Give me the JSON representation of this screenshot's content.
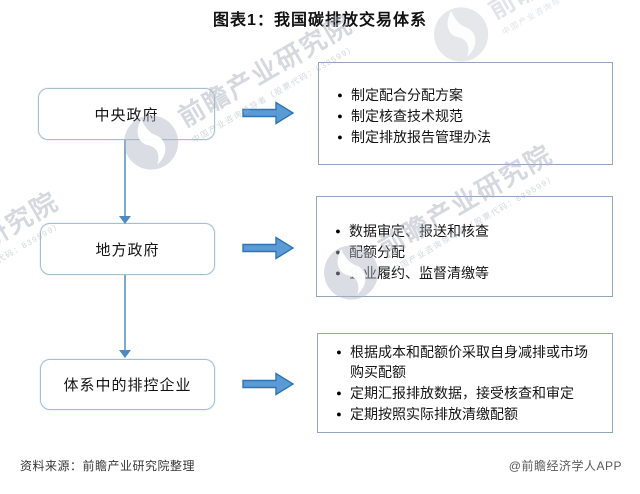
{
  "title": "图表1：我国碳排放交易体系",
  "flow": {
    "rows": [
      {
        "node": "中央政府",
        "items": [
          "制定配合分配方案",
          "制定核查技术规范",
          "制定排放报告管理办法"
        ]
      },
      {
        "node": "地方政府",
        "items": [
          "数据审定、报送和核查",
          "配额分配",
          "企业履约、监督清缴等"
        ]
      },
      {
        "node": "体系中的排控企业",
        "items": [
          "根据成本和配额价采取自身减排或市场购买配额",
          "定期汇报排放数据，接受核查和审定",
          "定期按照实际排放清缴配额"
        ]
      }
    ]
  },
  "bullet_glyph": "●",
  "watermark": {
    "big_text": "前瞻产业研究院",
    "small_text": "中国产业咨询领导者（股票代码：839599）"
  },
  "footer": {
    "source": "资料来源：前瞻产业研究院整理",
    "brand": "@前瞻经济学人APP"
  },
  "colors": {
    "arrow_fill": "#5B9BD5",
    "arrow_stroke": "#2E75B6",
    "connector": "#7FA8C9",
    "connector_arrow": "#4E8ABF",
    "node_border": "#A3BFD2",
    "list_border": "#93A6BF"
  }
}
